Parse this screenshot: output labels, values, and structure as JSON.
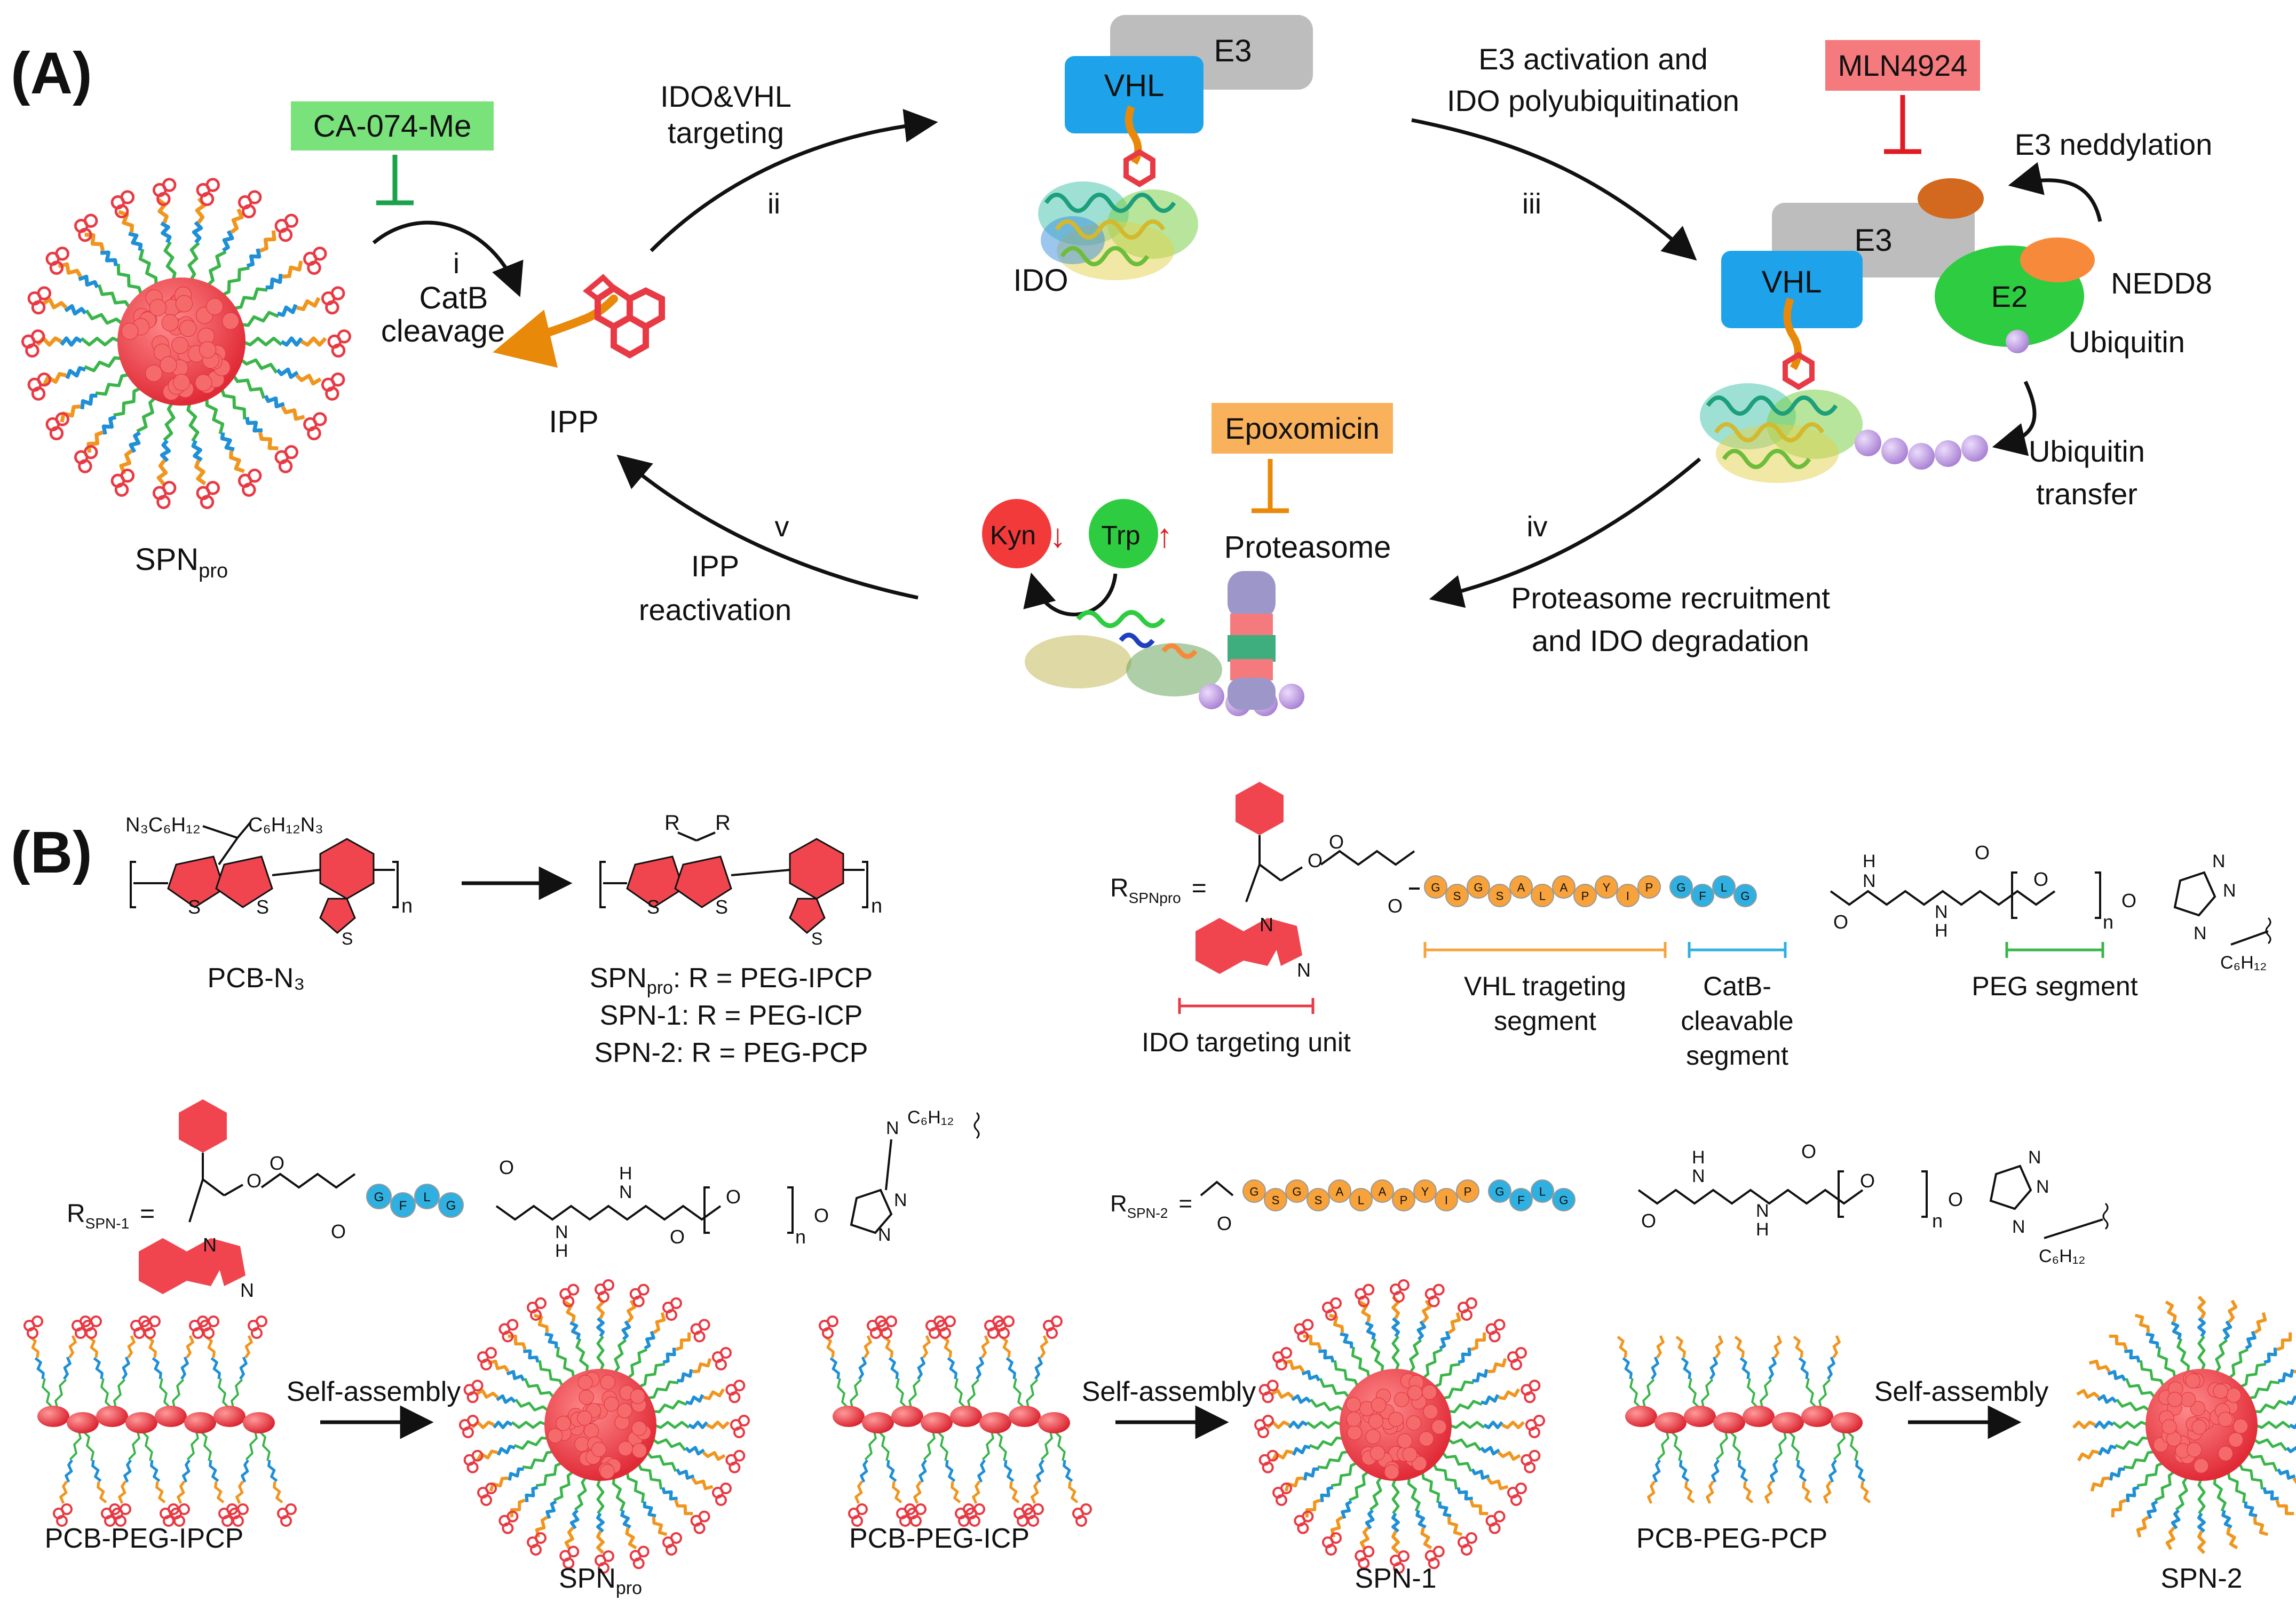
{
  "panel_a": {
    "label": "(A)",
    "inhibitor_cathepsin": "CA-074-Me",
    "inhibitor_neddylation": "MLN4924",
    "inhibitor_proteasome": "Epoxomicin",
    "step_i": {
      "num": "i",
      "line1": "CatB",
      "line2": "cleavage"
    },
    "step_ii": {
      "num": "ii",
      "line1": "IDO&VHL",
      "line2": "targeting"
    },
    "step_iii": {
      "num": "iii",
      "line1": "E3 activation and",
      "line2": "IDO polyubiquitination"
    },
    "step_iv": {
      "num": "iv",
      "line1": "Proteasome recruitment",
      "line2": "and IDO degradation"
    },
    "step_v": {
      "num": "v",
      "line1": "IPP",
      "line2": "reactivation"
    },
    "spn_pro": {
      "main": "SPN",
      "sub": "pro"
    },
    "ipp": "IPP",
    "ido": "IDO",
    "vhl": "VHL",
    "e3": "E3",
    "e2": "E2",
    "nedd8": "NEDD8",
    "ubiquitin": "Ubiquitin",
    "ubiquitin_transfer": {
      "line1": "Ubiquitin",
      "line2": "transfer"
    },
    "e3_neddylation": "E3 neddylation",
    "kyn": "Kyn",
    "trp": "Trp",
    "down_arrow": "↓",
    "up_arrow": "↑",
    "proteasome": "Proteasome"
  },
  "panel_b": {
    "label": "(B)",
    "pcb_n3": "PCB-N₃",
    "monomer_sub_left": "N₃C₆H₁₂",
    "monomer_sub_right": "C₆H₁₂N₃",
    "r_label": "R",
    "n_label": "n",
    "spn_pro_def": {
      "main": "SPN",
      "sub": "pro",
      "rest": ": R = PEG-IPCP"
    },
    "spn1_def": "SPN-1: R = PEG-ICP",
    "spn2_def": "SPN-2: R = PEG-PCP",
    "r_spn_pro": {
      "main": "R",
      "sub": "SPNpro",
      "eq": "="
    },
    "r_spn_1": {
      "main": "R",
      "sub": "SPN-1",
      "eq": "="
    },
    "r_spn_2": {
      "main": "R",
      "sub": "SPN-2",
      "eq": "="
    },
    "vhl_peptide": [
      "G",
      "S",
      "G",
      "S",
      "A",
      "L",
      "A",
      "P",
      "Y",
      "I",
      "P"
    ],
    "catb_peptide": [
      "G",
      "F",
      "L",
      "G"
    ],
    "ido_targeting_unit": "IDO targeting unit",
    "vhl_segment": {
      "line1": "VHL trageting",
      "line2": "segment"
    },
    "catb_segment": {
      "line1": "CatB-",
      "line2": "cleavable",
      "line3": "segment"
    },
    "peg_segment": "PEG segment",
    "hexyl": "C₆H₁₂",
    "atoms": {
      "O": "O",
      "N": "N",
      "H": "H",
      "S": "S"
    },
    "self_assembly": "Self-assembly",
    "pcb_peg_ipcp": "PCB-PEG-IPCP",
    "pcb_peg_icp": "PCB-PEG-ICP",
    "pcb_peg_pcp": "PCB-PEG-PCP",
    "spn_pro": {
      "main": "SPN",
      "sub": "pro"
    },
    "spn_1": "SPN-1",
    "spn_2": "SPN-2"
  },
  "colors": {
    "red": "#f0454f",
    "orange": "#f7a23b",
    "blue": "#2fb0e0",
    "green_box": "#79e27b",
    "red_box": "#f47a7d",
    "orange_box": "#f9b15c",
    "vhl_blue": "#1ea3ea",
    "e3_gray": "#bdbdbd",
    "e2_green": "#2ecc40",
    "ubiquitin_purple": "#c9a8e8"
  }
}
